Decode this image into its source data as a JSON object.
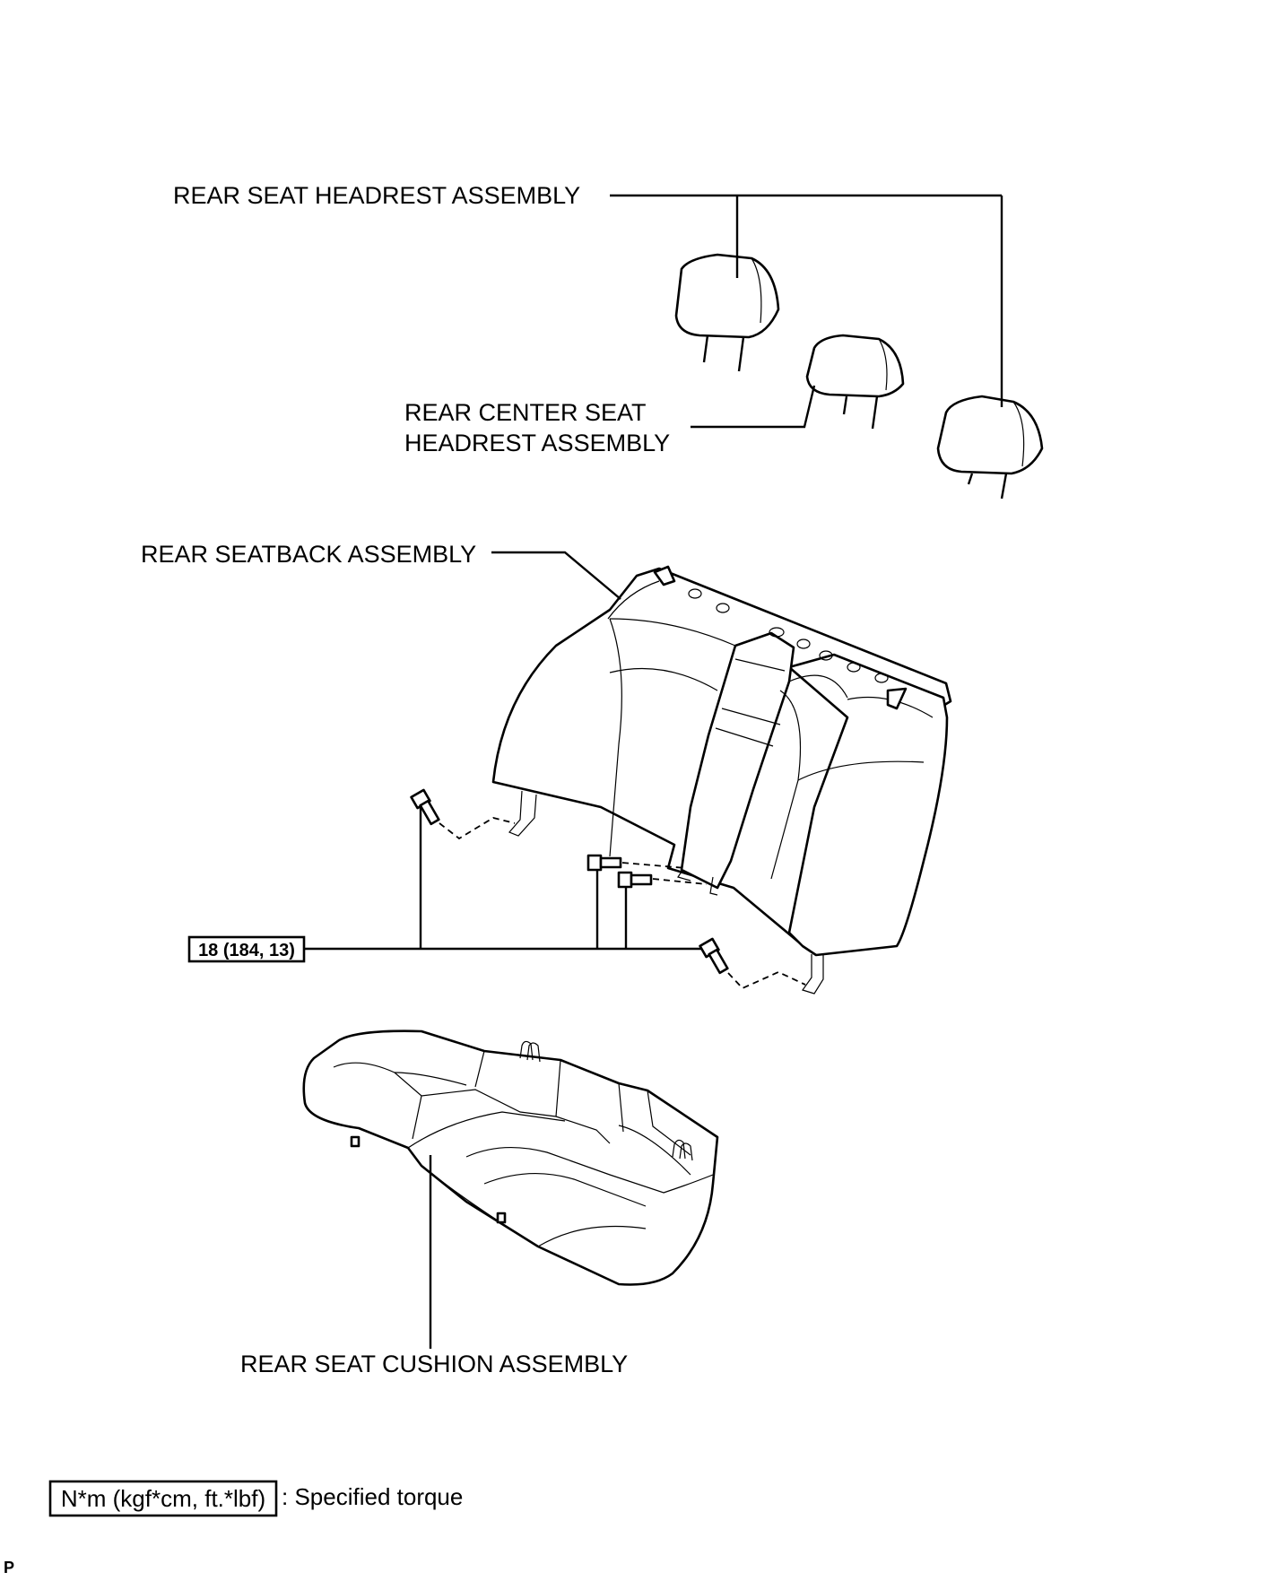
{
  "labels": {
    "headrest": "REAR SEAT HEADREST ASSEMBLY",
    "center_headrest_line1": "REAR CENTER SEAT",
    "center_headrest_line2": "HEADREST ASSEMBLY",
    "seatback": "REAR SEATBACK ASSEMBLY",
    "cushion": "REAR SEAT CUSHION ASSEMBLY"
  },
  "torque": {
    "value": "18 (184, 13)"
  },
  "legend": {
    "unit": "N*m (kgf*cm, ft.*lbf)",
    "description": ": Specified torque"
  },
  "footer_code": "P"
}
